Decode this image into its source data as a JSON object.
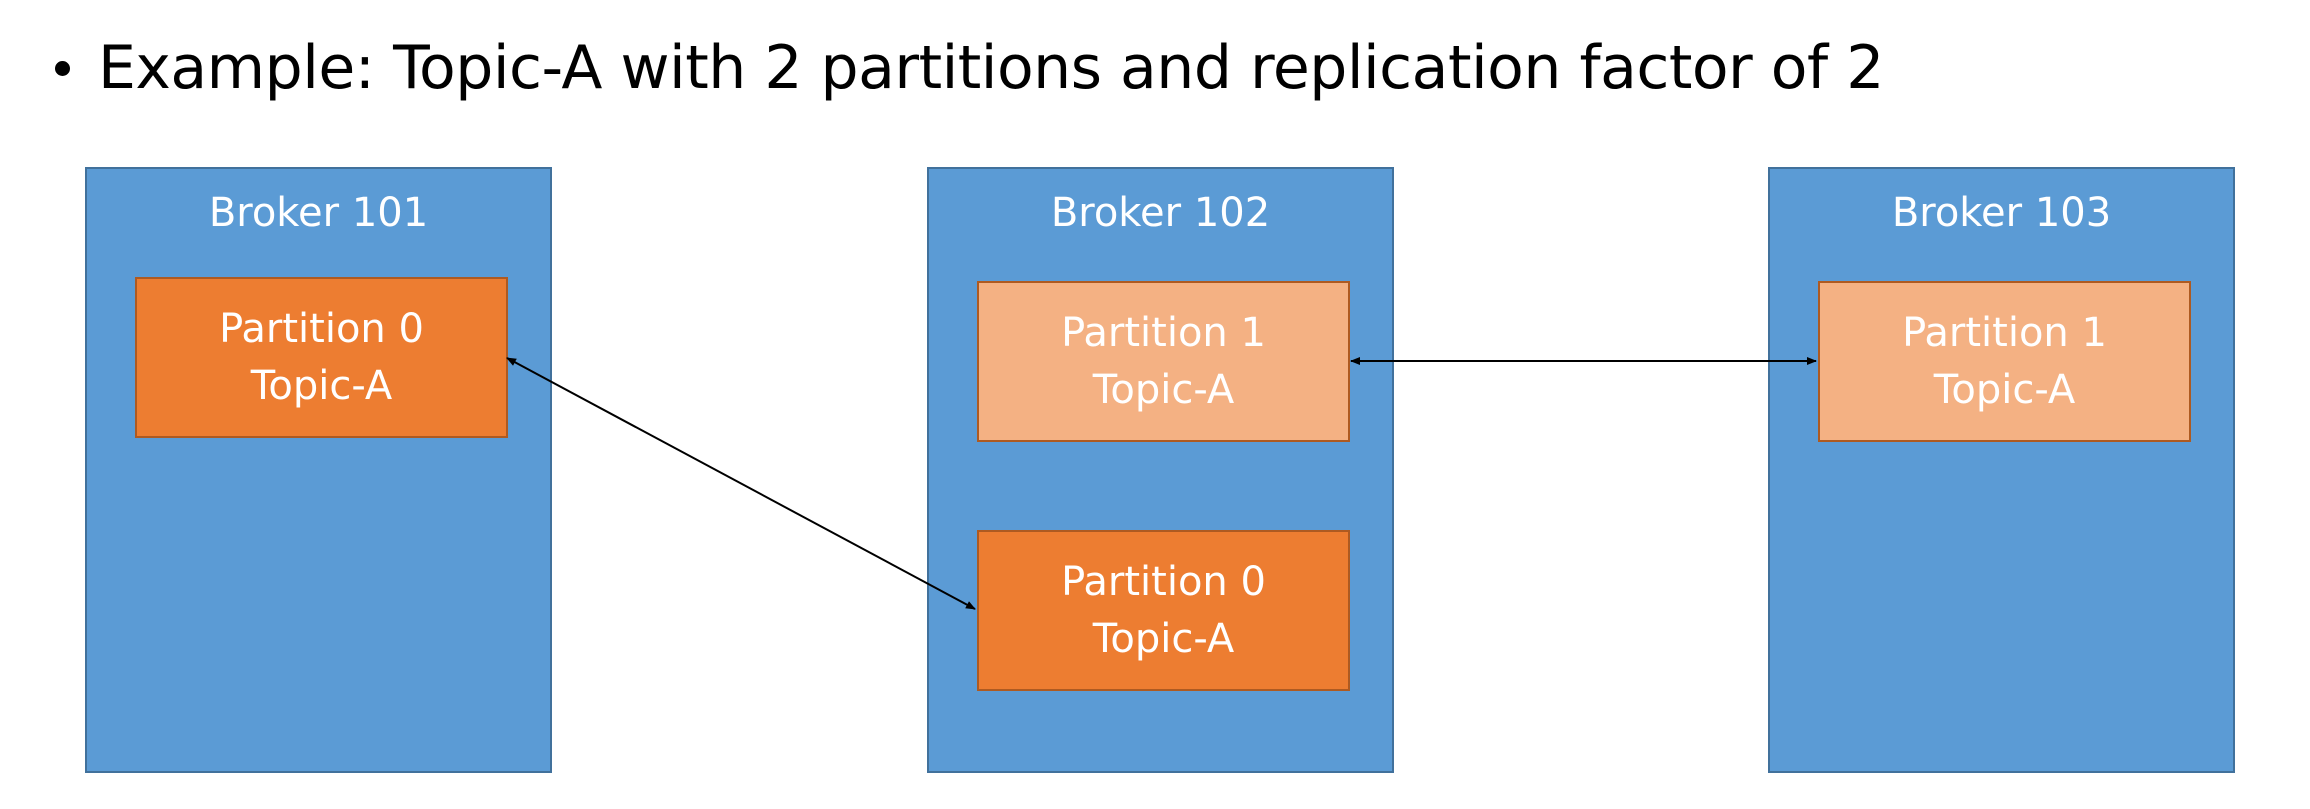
{
  "bullet": {
    "text": "Example: Topic-A with 2 partitions and replication factor of 2"
  },
  "colors": {
    "broker_fill": "#5b9bd5",
    "broker_border": "#41719c",
    "leader_fill": "#ed7d31",
    "follower_fill": "#f4b183",
    "partition_border": "#ae5a21",
    "arrow": "#000000"
  },
  "brokers": [
    {
      "title": "Broker 101",
      "partitions": [
        {
          "partition": "Partition 0",
          "topic": "Topic-A",
          "role": "leader"
        }
      ]
    },
    {
      "title": "Broker 102",
      "partitions": [
        {
          "partition": "Partition 1",
          "topic": "Topic-A",
          "role": "follower"
        },
        {
          "partition": "Partition 0",
          "topic": "Topic-A",
          "role": "leader"
        }
      ]
    },
    {
      "title": "Broker 103",
      "partitions": [
        {
          "partition": "Partition 1",
          "topic": "Topic-A",
          "role": "follower"
        }
      ]
    }
  ]
}
